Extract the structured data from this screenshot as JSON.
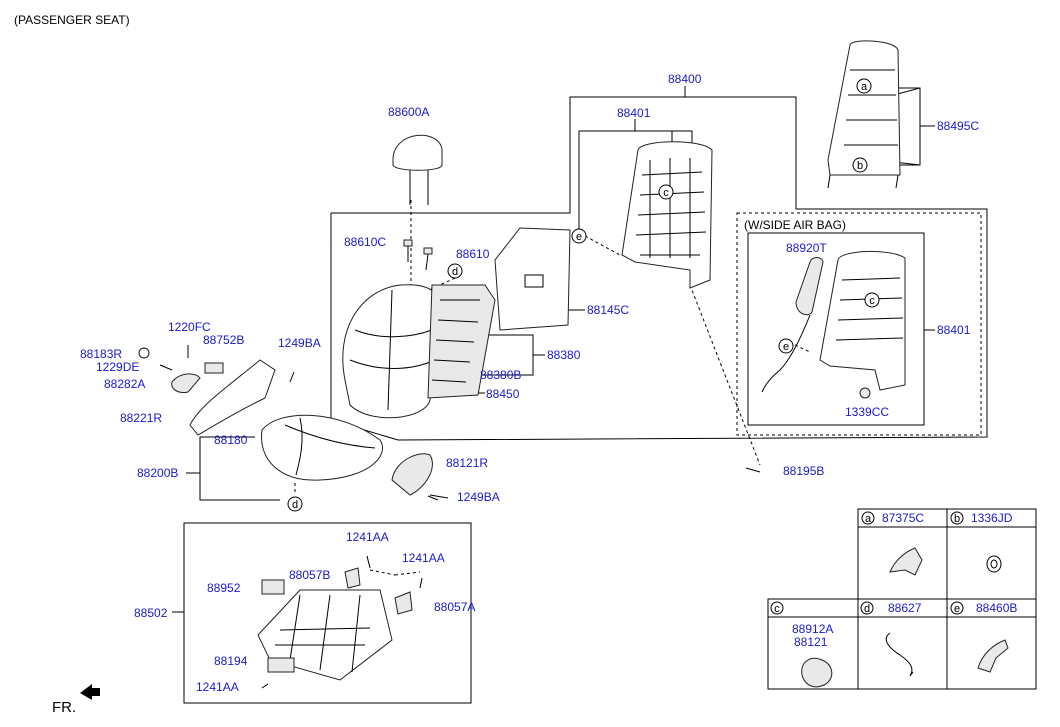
{
  "header": {
    "title": "(PASSENGER SEAT)"
  },
  "labels": {
    "p88400": "88400",
    "p88401_top": "88401",
    "p88495C": "88495C",
    "p88600A": "88600A",
    "p88610C": "88610C",
    "p88610": "88610",
    "p88145C": "88145C",
    "p88380": "88380",
    "p88380B": "88380B",
    "p88450": "88450",
    "p1220FC": "1220FC",
    "p88752B": "88752B",
    "p1249BA_top": "1249BA",
    "p88183R": "88183R",
    "p1229DE": "1229DE",
    "p88282A": "88282A",
    "p88221R": "88221R",
    "p88180": "88180",
    "p88200B": "88200B",
    "p88121R": "88121R",
    "p1249BA_bot": "1249BA",
    "p88195B": "88195B",
    "side_airbag_title": "(W/SIDE AIR BAG)",
    "p88920T": "88920T",
    "p88401_side": "88401",
    "p1339CC": "1339CC",
    "p1241AA_a": "1241AA",
    "p1241AA_b": "1241AA",
    "p88057B": "88057B",
    "p88952": "88952",
    "p88057A": "88057A",
    "p88502": "88502",
    "p88194": "88194",
    "p1241AA_c": "1241AA",
    "fr": "FR."
  },
  "callouts": {
    "a": "a",
    "b": "b",
    "c": "c",
    "d": "d",
    "e": "e"
  },
  "legend": {
    "a": {
      "letter": "a",
      "part": "87375C"
    },
    "b": {
      "letter": "b",
      "part": "1336JD"
    },
    "c": {
      "letter": "c",
      "part1": "88912A",
      "part2": "88121"
    },
    "d": {
      "letter": "d",
      "part": "88627"
    },
    "e": {
      "letter": "e",
      "part": "88460B"
    }
  },
  "colors": {
    "label": "#1a1acc",
    "line": "#000000",
    "part_fill": "#e9e9e9"
  }
}
